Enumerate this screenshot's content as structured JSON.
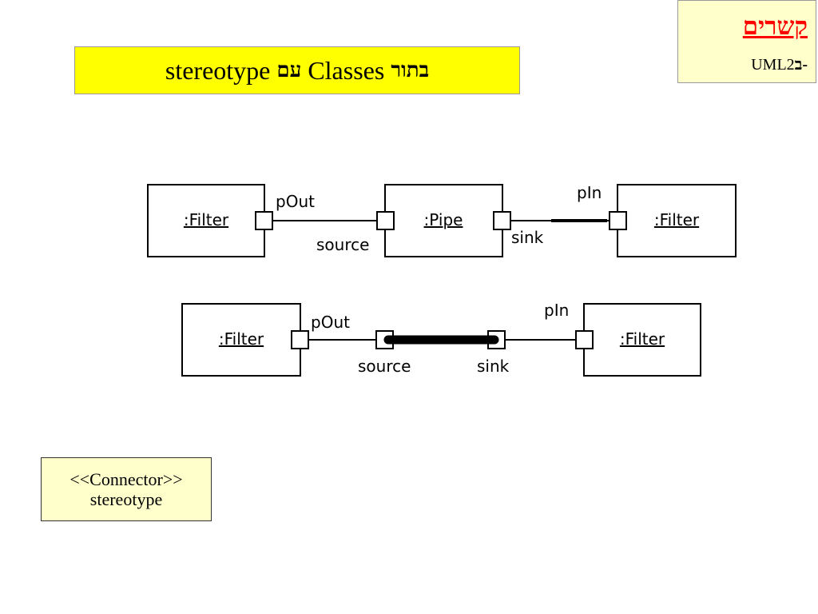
{
  "corner": {
    "title": "קשרים",
    "subtitle_prefix": "ב-",
    "subtitle_rest": "UML2"
  },
  "title": {
    "part1": "stereotype",
    "part2": "עם",
    "part3": "Classes",
    "part4": "בתור"
  },
  "diagram1": {
    "left_filter": ":Filter",
    "pipe": ":Pipe",
    "right_filter": ":Filter",
    "pout": "pOut",
    "source": "source",
    "sink": "sink",
    "pin": "pIn"
  },
  "diagram2": {
    "left_filter": ":Filter",
    "right_filter": ":Filter",
    "pout": "pOut",
    "source": "source",
    "sink": "sink",
    "pin": "pIn"
  },
  "note": {
    "line1": "<<Connector>>",
    "line2": "stereotype"
  },
  "colors": {
    "corner_bg": "#ffffcc",
    "title_bg": "#ffff00",
    "corner_title": "#ff0000"
  }
}
